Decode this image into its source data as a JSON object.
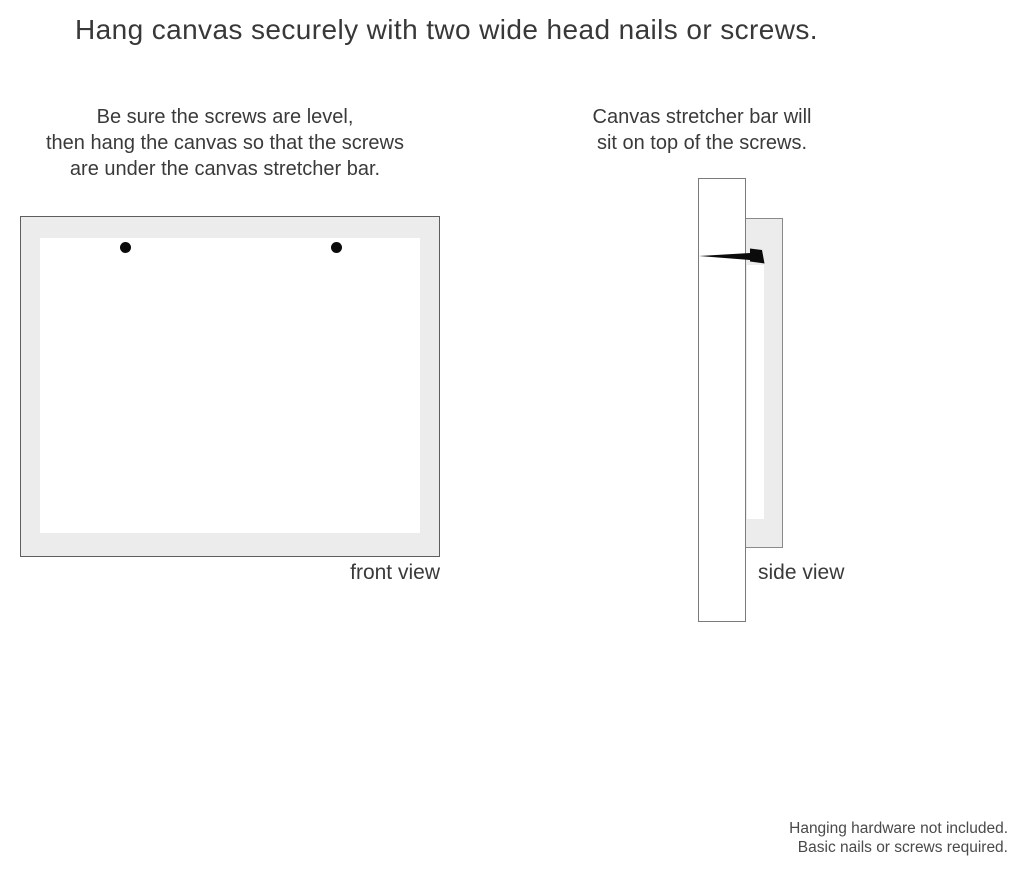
{
  "title": "Hang canvas securely with two wide head nails or screws.",
  "instructions": {
    "left": {
      "lines": [
        "Be sure the screws are level,",
        "then hang the canvas so that the screws",
        "are under the canvas stretcher bar."
      ]
    },
    "right": {
      "lines": [
        "Canvas stretcher bar will",
        "sit on top of the screws."
      ]
    }
  },
  "front_view": {
    "label": "front view",
    "screw_count": 2
  },
  "side_view": {
    "label": "side view"
  },
  "footnote": {
    "lines": [
      "Hanging hardware not included.",
      "Basic nails or screws required."
    ]
  },
  "colors": {
    "background": "#ffffff",
    "text": "#3a3a3a",
    "canvas_fill": "#ececec",
    "front_border": "#5e5e5e",
    "wall_border": "#7b7b7b",
    "side_canvas_border": "#8a8a8a",
    "screw": "#0b0b0b",
    "nail": "#0b0b0b"
  }
}
